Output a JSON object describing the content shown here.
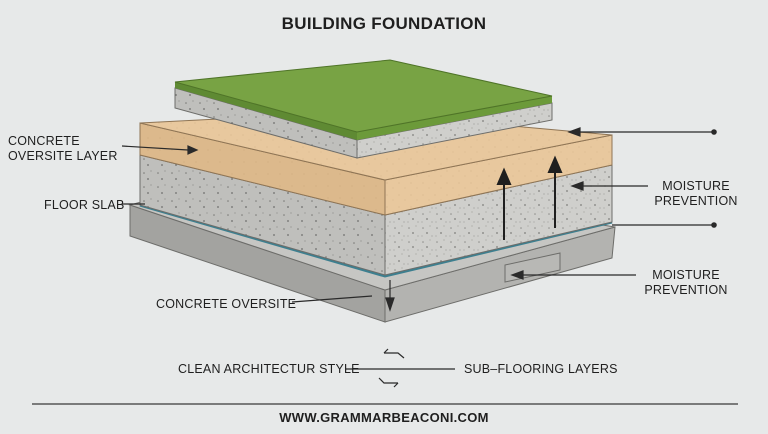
{
  "title": "BUILDING FOUNDATION",
  "labels": {
    "concrete_oversite_layer_line1": "CONCRETE",
    "concrete_oversite_layer_line2": "OVERSITE LAYER",
    "floor_slab": "FLOOR SLAB",
    "concrete_oversite": "CONCRETE OVERSITE",
    "moisture_prevention_1_line1": "MOISTURE",
    "moisture_prevention_1_line2": "PREVENTION",
    "moisture_prevention_2_line1": "MOISTURE",
    "moisture_prevention_2_line2": "PREVENTION",
    "clean_architecture_style": "CLEAN ARCHITECTUR STYLE",
    "sub_flooring_layers": "SUB–FLOORING LAYERS"
  },
  "footer": "WWW.GRAMMARBEACONI.COM",
  "colors": {
    "background": "#e7e9e9",
    "grass": "#78a344",
    "sand": "#e8c89e",
    "concrete": "#cfcfcc",
    "membrane": "#3d7f8f",
    "base": "#a9a9a6"
  }
}
